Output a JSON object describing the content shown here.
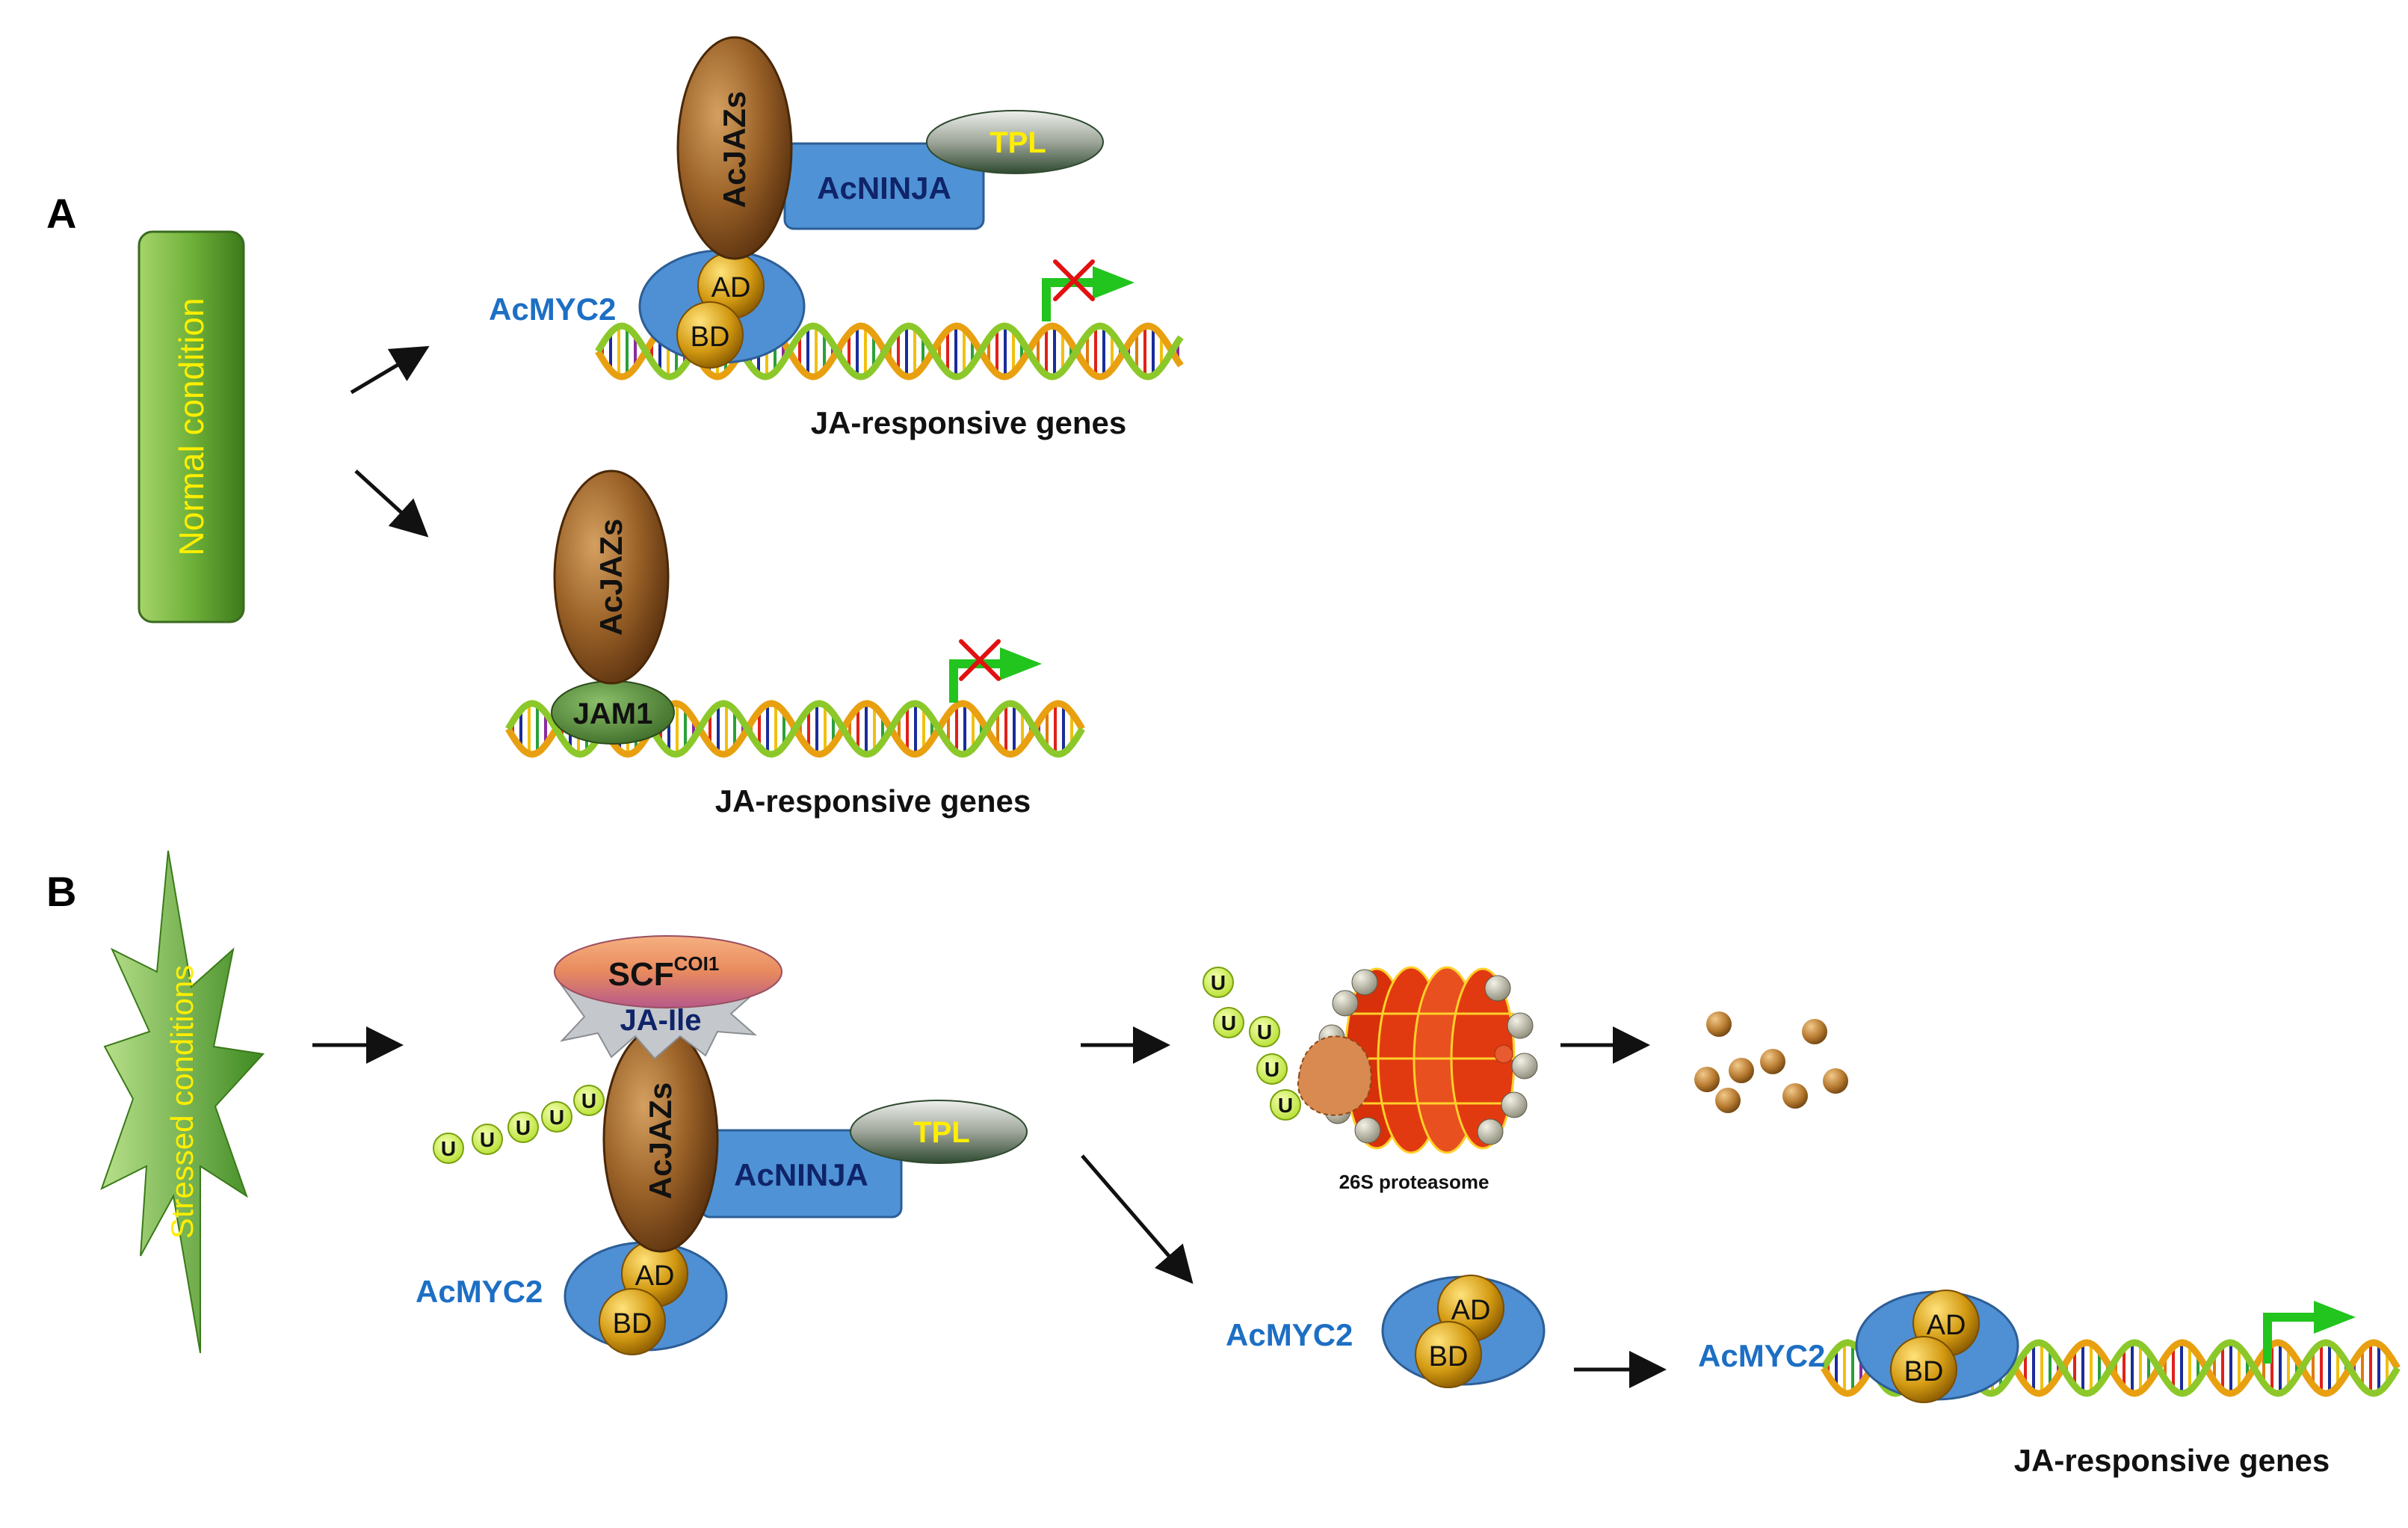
{
  "panels": {
    "a": {
      "letter": "A",
      "condition": "Normal condition",
      "top": {
        "jaz": "AcJAZs",
        "ninja": "AcNINJA",
        "tpl": "TPL",
        "myc": "AcMYC2",
        "ad": "AD",
        "bd": "BD",
        "genes": "JA-responsive genes"
      },
      "bottom": {
        "jaz": "AcJAZs",
        "jam": "JAM1",
        "genes": "JA-responsive genes"
      }
    },
    "b": {
      "letter": "B",
      "condition": "Stressed conditions",
      "complex": {
        "scf": "SCF",
        "scf_sup": "COI1",
        "jaile": "JA-Ile",
        "jaz": "AcJAZs",
        "ninja": "AcNINJA",
        "tpl": "TPL",
        "myc": "AcMYC2",
        "ad": "AD",
        "bd": "BD",
        "ubiquitin": "U"
      },
      "proteasome": {
        "label": "26S proteasome",
        "ubiquitin": "U"
      },
      "free_myc": {
        "myc": "AcMYC2",
        "ad": "AD",
        "bd": "BD"
      },
      "active": {
        "myc": "AcMYC2",
        "ad": "AD",
        "bd": "BD",
        "genes": "JA-responsive genes"
      }
    }
  },
  "colors": {
    "jaz": "#8a5420",
    "ninja": "#4f93d6",
    "myc_blue": "#4f8fd4",
    "gold": "#c8900a",
    "green_box": "#5aa02c",
    "label_blue": "#1d6fc4",
    "arrow_green": "#22c41e",
    "yellow_text": "#ffee00",
    "proteasome": "#e23a10"
  }
}
